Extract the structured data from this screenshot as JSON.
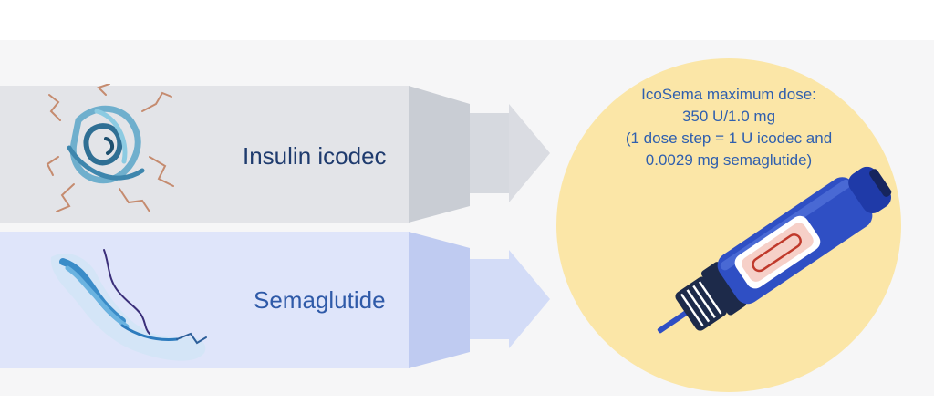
{
  "rows": {
    "icodec": {
      "label": "Insulin icodec",
      "color": "#1f3b6e"
    },
    "semaglutide": {
      "label": "Semaglutide",
      "color": "#2f5aa8"
    }
  },
  "dose_box": {
    "lines": [
      "IcoSema maximum dose:",
      "350 U/1.0 mg",
      "(1 dose step = 1 U icodec and",
      "0.0029 mg semaglutide)"
    ],
    "color": "#2f5fae",
    "circle_color": "#fbe6a7"
  },
  "pen": {
    "icon": "insulin-pen-icon",
    "body_color": "#2f4fc4",
    "window_color": "#f6d0c8"
  }
}
